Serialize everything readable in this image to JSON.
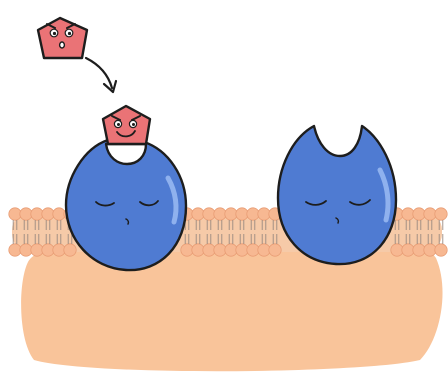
{
  "diagram": {
    "kind": "receptor-ligand cartoon",
    "colors": {
      "cell_body": "#f9c49a",
      "membrane_head": "#f7b892",
      "membrane_head_edge": "#e89c74",
      "receptor": "#4f7bd2",
      "receptor_highlight": "#8fb1ee",
      "ligand": "#ea7376",
      "outline": "#1d1d1d",
      "white": "#ffffff"
    },
    "elements": [
      {
        "name": "free-ligand",
        "expression": "surprised",
        "icon": "pentagon"
      },
      {
        "name": "binding-arrow",
        "icon": "curved-arrow"
      },
      {
        "name": "bound-ligand",
        "expression": "happy",
        "icon": "pentagon"
      },
      {
        "name": "receptor-bound",
        "expression": "sleeping",
        "site": "occupied"
      },
      {
        "name": "receptor-empty",
        "expression": "sleeping",
        "site": "empty"
      }
    ]
  }
}
